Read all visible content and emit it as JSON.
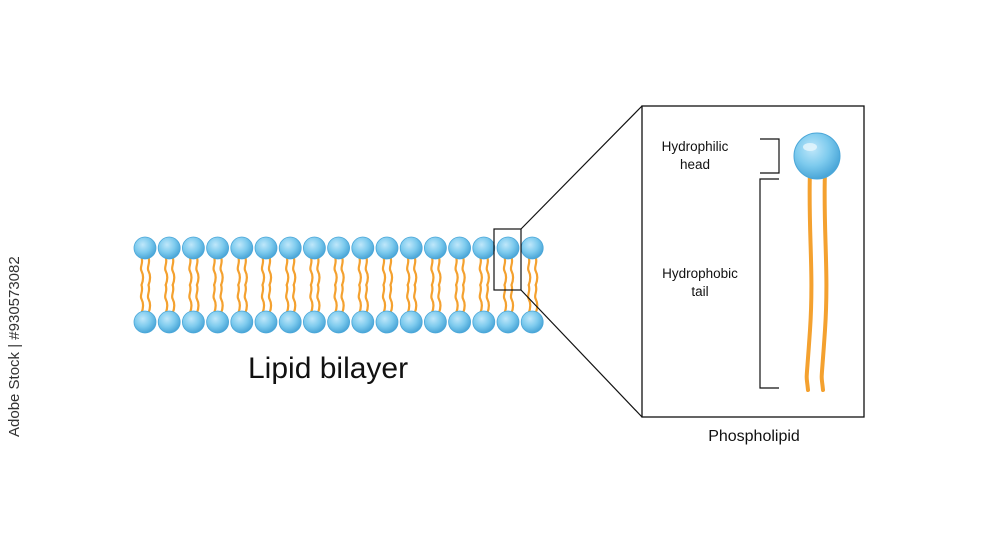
{
  "diagram": {
    "bilayer_label": "Lipid bilayer",
    "head_label": [
      "Hydrophilic",
      "head"
    ],
    "tail_label": [
      "Hydrophobic",
      "tail"
    ],
    "phospholipid_label": "Phospholipid",
    "watermark": "Adobe Stock | #930573082",
    "colors": {
      "head_fill": "#7ecbee",
      "head_stroke": "#4aa6d8",
      "tail": "#f4a12f",
      "outline": "#111111"
    },
    "head_count_per_layer": 17
  }
}
